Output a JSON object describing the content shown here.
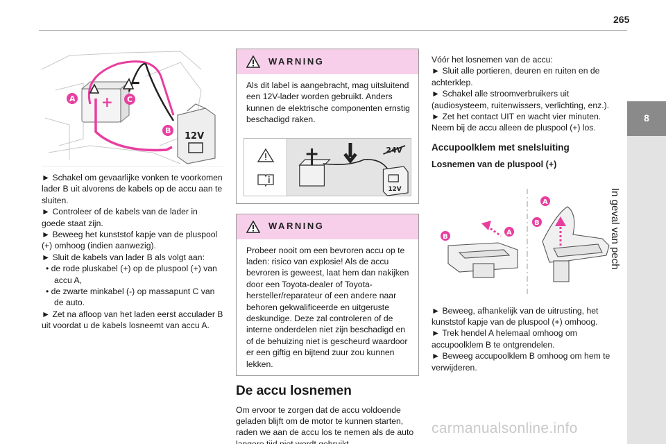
{
  "page": {
    "number": "265",
    "chapter_number": "8",
    "chapter_title": "In geval van pech",
    "watermark": "carmanualsonline.info"
  },
  "col1": {
    "figure_labels": {
      "a": "A",
      "b": "B",
      "c": "C",
      "volt": "12V"
    },
    "steps": [
      {
        "type": "arrow",
        "text": "Schakel om gevaarlijke vonken te voorkomen lader B uit alvorens de kabels op de accu aan te sluiten."
      },
      {
        "type": "arrow",
        "text": "Controleer of de kabels van de lader in goede staat zijn."
      },
      {
        "type": "arrow",
        "text": "Beweeg het kunststof kapje van de pluspool (+) omhoog (indien aanwezig)."
      },
      {
        "type": "arrow",
        "text": "Sluit de kabels van lader B als volgt aan:"
      },
      {
        "type": "bullet",
        "text": "de rode pluskabel (+) op de pluspool (+) van accu A,"
      },
      {
        "type": "bullet",
        "text": "de zwarte minkabel (-) op massapunt C van de auto."
      },
      {
        "type": "arrow",
        "text": "Zet na afloop van het laden eerst acculader B uit voordat u de kabels losneemt van accu A."
      }
    ]
  },
  "col2": {
    "warning1": {
      "title": "WARNING",
      "text": "Als dit label is aangebracht, mag uitsluitend een 12V-lader worden gebruikt. Anders kunnen de elektrische componenten ernstig beschadigd raken.",
      "fig_labels": {
        "v24": "24V",
        "v12": "12V"
      }
    },
    "warning2": {
      "title": "WARNING",
      "text": "Probeer nooit om een bevroren accu op te laden: risico van explosie! Als de accu bevroren is geweest, laat hem dan nakijken door een Toyota-dealer of Toyota-hersteller/reparateur of een andere naar behoren gekwalificeerde en uitgeruste deskundige. Deze zal controleren of de interne onderdelen niet zijn beschadigd en of de behuizing niet is gescheurd waardoor er een giftig en bijtend zuur zou kunnen lekken."
    },
    "section_title": "De accu losnemen",
    "section_text": "Om ervoor te zorgen dat de accu voldoende geladen blijft om de motor te kunnen starten, raden we aan de accu los te nemen als de auto langere tijd niet wordt gebruikt."
  },
  "col3": {
    "intro": "Vóór het losnemen van de accu:",
    "steps_before": [
      "Sluit alle portieren, deuren en ruiten en de achterklep.",
      "Schakel alle stroomverbruikers uit (audiosysteem, ruitenwissers, verlichting, enz.).",
      "Zet het contact UIT en wacht vier minuten."
    ],
    "note": "Neem bij de accu alleen de pluspool (+) los.",
    "subtitle": "Accupoolklem met snelsluiting",
    "subsubtitle": "Losnemen van de pluspool (+)",
    "figure_labels": {
      "a": "A",
      "b": "B"
    },
    "steps_after": [
      "Beweeg, afhankelijk van de uitrusting, het kunststof kapje van de pluspool (+) omhoog.",
      "Trek hendel A helemaal omhoog om accupoolklem B te ontgrendelen.",
      "Beweeg accupoolklem B omhoog om hem te verwijderen."
    ]
  },
  "colors": {
    "warning_header": "#f7cfea",
    "label_magenta": "#e83e9f",
    "side_tab": "#8a8a8a",
    "side_strip": "#e3e3e3"
  }
}
